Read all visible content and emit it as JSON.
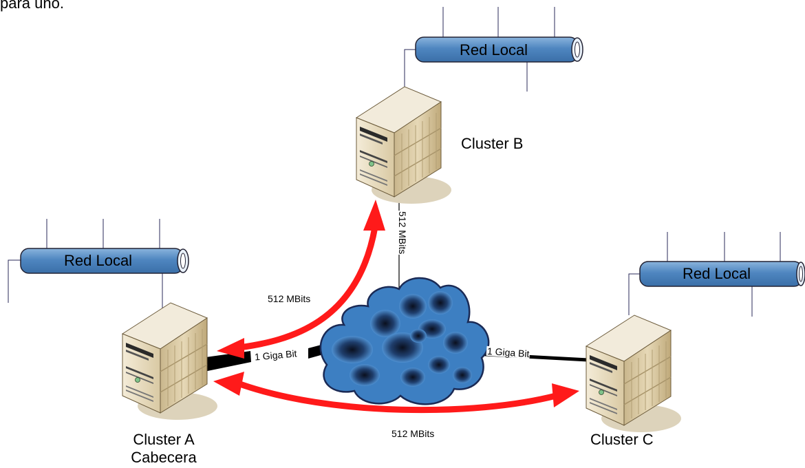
{
  "top_text": "para uno.",
  "lan_label": "Red Local",
  "clusters": {
    "a": {
      "name": "Cluster A",
      "sub": "Cabecera"
    },
    "b": {
      "name": "Cluster B"
    },
    "c": {
      "name": "Cluster C"
    }
  },
  "links": {
    "b_wan": "512 MBits",
    "a_b": "512 MBits",
    "a_c": "512 MBits",
    "a_cloud": "1 Giga Bit",
    "c_cloud": "1 Giga Bit"
  },
  "colors": {
    "lan_fill": "#4f86c0",
    "cloud_fill": "#3d7fc2",
    "arrow": "#ff1a1a",
    "server_body": "#e8dcc0",
    "server_shadow": "#ddd3bb"
  }
}
